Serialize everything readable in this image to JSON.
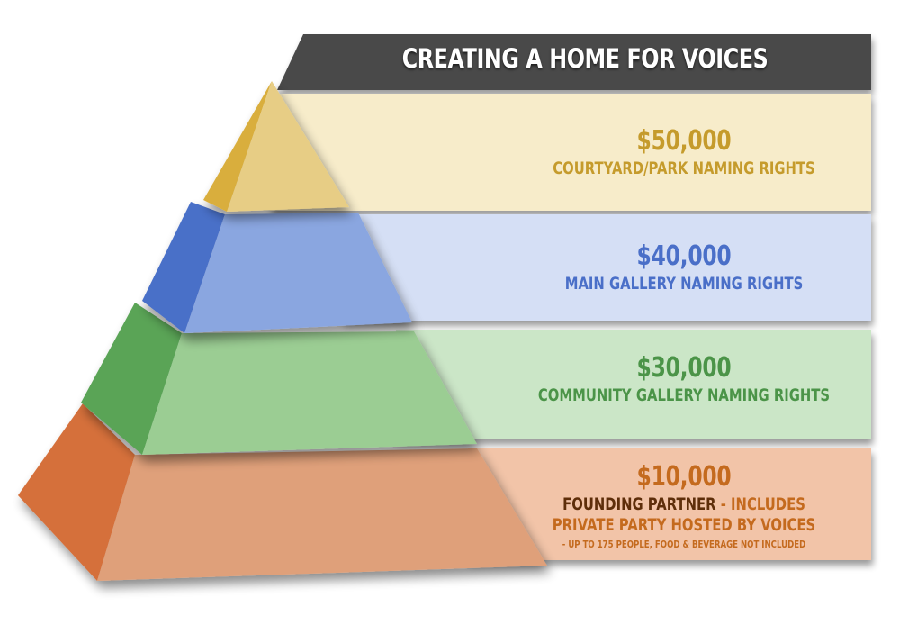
{
  "title": "CREATING A HOME FOR VOICES",
  "tiers": [
    {
      "price": "$50,000",
      "description": "COURTYARD/PARK NAMING RIGHTS",
      "band_color": "#f7ecca",
      "front_color": "#e7cd85",
      "side_color": "#d9ae3d",
      "text_color": "#c59b2c"
    },
    {
      "price": "$40,000",
      "description": "MAIN GALLERY NAMING RIGHTS",
      "band_color": "#d5dff5",
      "front_color": "#8aa6e0",
      "side_color": "#4a6fc8",
      "text_color": "#4a6fc8"
    },
    {
      "price": "$30,000",
      "description": "COMMUNITY GALLERY NAMING RIGHTS",
      "band_color": "#cbe6c7",
      "front_color": "#9bcd93",
      "side_color": "#5aa456",
      "text_color": "#4b9448"
    },
    {
      "price": "$10,000",
      "description_part1": "FOUNDING PARTNER",
      "description_part2": " - INCLUDES",
      "description_line2": "PRIVATE PARTY HOSTED BY VOICES",
      "subnote": "- UP TO 175 PEOPLE, FOOD & BEVERAGE NOT INCLUDED",
      "band_color": "#f2c4a8",
      "front_color": "#dfa07a",
      "side_color": "#d5703a",
      "text_color": "#c46a1e"
    }
  ],
  "colors": {
    "title_band": "#4a4a4a"
  }
}
